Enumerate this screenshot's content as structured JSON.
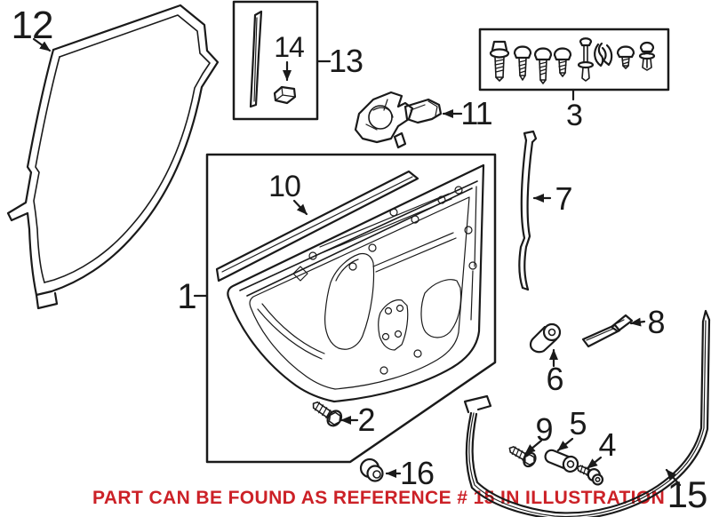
{
  "diagram": {
    "kind": "auto-parts-exploded-illustration",
    "subject": "door shell, panel and weatherstrip seals",
    "background_color": "#ffffff",
    "line_color": "#1a1a1a",
    "caption_color": "#cc2127"
  },
  "callouts": [
    {
      "number": "1",
      "target": "door-panel-box"
    },
    {
      "number": "2",
      "target": "hex-flange-screw"
    },
    {
      "number": "3",
      "target": "fastener-hardware-kit-box"
    },
    {
      "number": "4",
      "target": "screw-with-washer"
    },
    {
      "number": "5",
      "target": "sleeve-bolt"
    },
    {
      "number": "6",
      "target": "socket-head-bolt"
    },
    {
      "number": "7",
      "target": "window-guide-seal-strip"
    },
    {
      "number": "8",
      "target": "guide-bracket"
    },
    {
      "number": "9",
      "target": "hex-head-screw"
    },
    {
      "number": "10",
      "target": "belt-molding-strip"
    },
    {
      "number": "11",
      "target": "door-check-strap"
    },
    {
      "number": "12",
      "target": "door-opening-weatherstrip"
    },
    {
      "number": "13",
      "target": "pillar-trim-inset-box"
    },
    {
      "number": "14",
      "target": "retaining-clip"
    },
    {
      "number": "15",
      "target": "lower-door-weatherstrip"
    },
    {
      "number": "16",
      "target": "grommet-plug"
    }
  ],
  "caption": {
    "text": "PART CAN BE FOUND AS REFERENCE # 15 IN ILLUSTRATION",
    "color": "#cc2127"
  }
}
